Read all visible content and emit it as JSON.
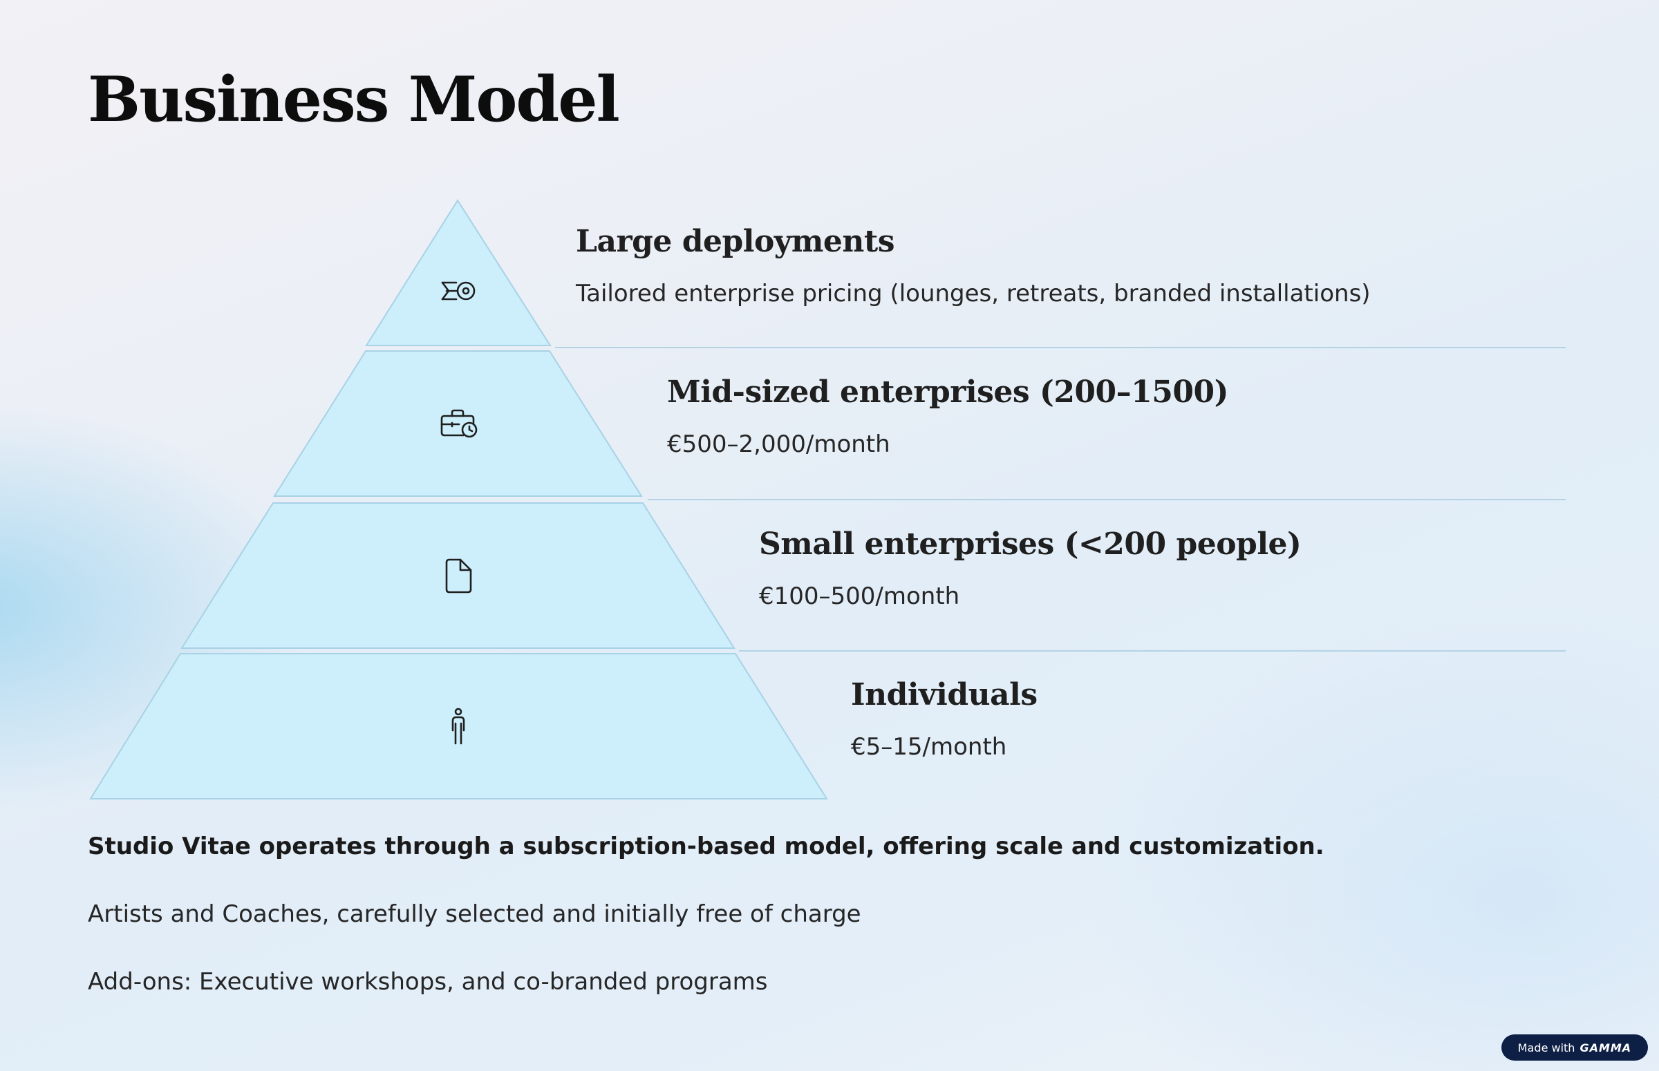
{
  "page": {
    "title": "Business Model"
  },
  "tiers": [
    {
      "heading": "Large deployments",
      "description": "Tailored enterprise pricing (lounges, retreats, branded installations)",
      "icon": "goal-target-icon"
    },
    {
      "heading": "Mid-sized enterprises (200–1500)",
      "description": "€500–2,000/month",
      "icon": "briefcase-clock-icon"
    },
    {
      "heading": "Small enterprises (<200 people)",
      "description": "€100–500/month",
      "icon": "document-icon"
    },
    {
      "heading": "Individuals",
      "description": "€5–15/month",
      "icon": "person-icon"
    }
  ],
  "summary": {
    "lead": "Studio Vitae operates through a subscription-based model, offering scale and customization.",
    "artists": "Artists and Coaches, carefully selected and initially free of charge",
    "addons": "Add-ons: Executive workshops, and co-branded programs"
  },
  "badge": {
    "prefix": "Made with",
    "brand": "GAMMA"
  },
  "colors": {
    "tier_fill": "#cdeefb",
    "tier_stroke": "#a8d2e6",
    "divider": "#b3d3e4",
    "badge_bg": "#0e1f46"
  }
}
